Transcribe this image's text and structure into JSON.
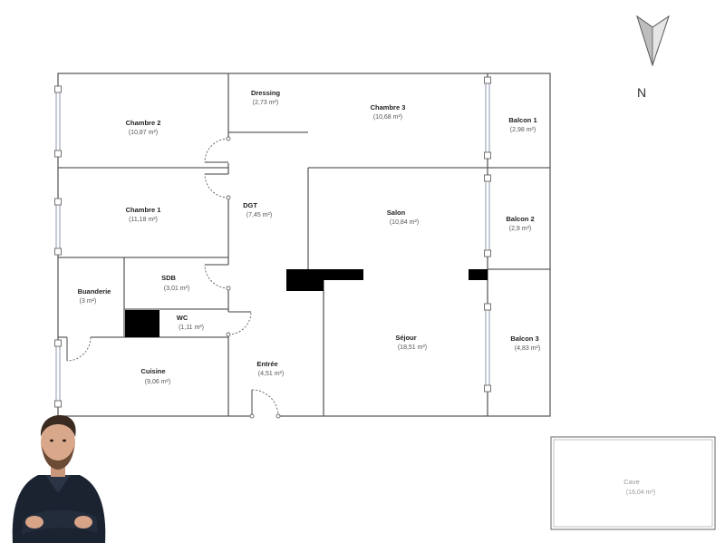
{
  "rooms": [
    {
      "id": "chambre2",
      "name": "Chambre 2",
      "area": "(10,87 m²)"
    },
    {
      "id": "dressing",
      "name": "Dressing",
      "area": "(2,73 m²)"
    },
    {
      "id": "chambre3",
      "name": "Chambre 3",
      "area": "(10,68 m²)"
    },
    {
      "id": "balcon1",
      "name": "Balcon 1",
      "area": "(2,98 m²)"
    },
    {
      "id": "chambre1",
      "name": "Chambre 1",
      "area": "(11,18 m²)"
    },
    {
      "id": "dgt",
      "name": "DGT",
      "area": "(7,45 m²)"
    },
    {
      "id": "salon",
      "name": "Salon",
      "area": "(10,84 m²)"
    },
    {
      "id": "balcon2",
      "name": "Balcon 2",
      "area": "(2,9 m²)"
    },
    {
      "id": "sdb",
      "name": "SDB",
      "area": "(3,01 m²)"
    },
    {
      "id": "buanderie",
      "name": "Buanderie",
      "area": "(3 m²)"
    },
    {
      "id": "wc",
      "name": "WC",
      "area": "(1,11 m²)"
    },
    {
      "id": "sejour",
      "name": "Séjour",
      "area": "(18,51 m²)"
    },
    {
      "id": "balcon3",
      "name": "Balcon 3",
      "area": "(4,83 m²)"
    },
    {
      "id": "cuisine",
      "name": "Cuisine",
      "area": "(9,06 m²)"
    },
    {
      "id": "entree",
      "name": "Entrée",
      "area": "(4,51 m²)"
    },
    {
      "id": "cave",
      "name": "Cave",
      "area": "(16,04 m²)"
    }
  ],
  "compass": {
    "label": "N",
    "icon": "north-arrow-icon"
  },
  "agent_photo": {
    "icon": "agent-portrait-icon"
  },
  "colors": {
    "wall": "#5f5f5f",
    "window": "#7f8fa8",
    "column": "#000000",
    "agent_shirt": "#1b2330"
  }
}
